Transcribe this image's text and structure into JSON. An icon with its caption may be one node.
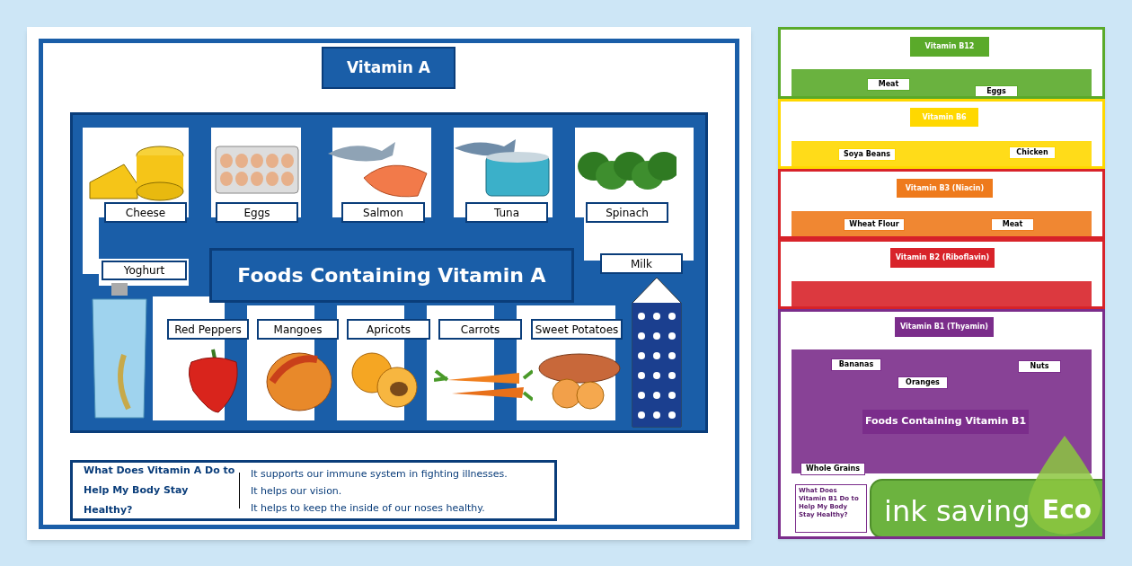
{
  "diagram": {
    "nodes": [
      {
        "text": [],
        "shape": "box"
      },
      {
        "text": [
          "Vitamin A"
        ],
        "in": 0
      },
      {
        "text": [],
        "shape": "box",
        "in": 0
      },
      {
        "text": [
          "Foods Containing Vitamin A"
        ],
        "in": 2
      },
      {
        "text": [
          "Cheese"
        ],
        "in": 2
      },
      {
        "text": [
          "Eggs"
        ],
        "in": 2
      },
      {
        "text": [
          "Salmon"
        ],
        "in": 2
      },
      {
        "text": [
          "Tuna"
        ],
        "in": 2
      },
      {
        "text": [
          "Spinach"
        ],
        "in": 2
      },
      {
        "text": [
          "Yoghurt"
        ],
        "in": 2
      },
      {
        "text": [
          "Milk"
        ],
        "in": 2
      },
      {
        "text": [
          "Red Peppers"
        ],
        "in": 2
      },
      {
        "text": [
          "Mangoes"
        ],
        "in": 2
      },
      {
        "text": [
          "Apricots"
        ],
        "in": 2
      },
      {
        "text": [
          "Carrots"
        ],
        "in": 2
      },
      {
        "text": [
          "Sweet Potatoes"
        ],
        "in": 2
      },
      {
        "text": [
          "What Does Vitamin A Do to Help My Body Stay Healthy?",
          "It supports our immune system in fighting illnesses.",
          "It helps our vision.",
          "It helps to keep the inside of our noses healthy."
        ],
        "in": 0
      },
      {
        "text": [],
        "shape": "box"
      },
      {
        "text": [
          "Vitamin B12"
        ],
        "in": 17
      },
      {
        "text": [
          "Meat"
        ],
        "in": 17
      },
      {
        "text": [
          "Eggs"
        ],
        "in": 17
      },
      {
        "text": [],
        "shape": "box"
      },
      {
        "text": [
          "Vitamin B6"
        ],
        "in": 21
      },
      {
        "text": [
          "Soya Beans"
        ],
        "in": 21
      },
      {
        "text": [
          "Chicken"
        ],
        "in": 21
      },
      {
        "text": [],
        "shape": "box"
      },
      {
        "text": [
          "Vitamin B3 (Niacin)"
        ],
        "in": 25
      },
      {
        "text": [
          "Wheat Flour"
        ],
        "in": 25
      },
      {
        "text": [
          "Meat"
        ],
        "in": 25
      },
      {
        "text": [],
        "shape": "box"
      },
      {
        "text": [
          "Vitamin B2 (Riboflavin)"
        ],
        "in": 29
      },
      {
        "text": [],
        "shape": "box"
      },
      {
        "text": [
          "Vitamin B1 (Thyamin)"
        ],
        "in": 31
      },
      {
        "text": [
          "Bananas"
        ],
        "in": 31
      },
      {
        "text": [
          "Oranges"
        ],
        "in": 31
      },
      {
        "text": [
          "Nuts"
        ],
        "in": 31
      },
      {
        "text": [
          "Foods Containing Vitamin B1"
        ],
        "in": 31
      },
      {
        "text": [
          "Whole Grains"
        ],
        "in": 31
      },
      {
        "text": [
          "What Does Vitamin B1 Do to Help My Body Stay Healthy?"
        ],
        "in": 31
      },
      {
        "text": [
          "ink saving",
          "Eco"
        ],
        "in": 31
      }
    ]
  }
}
